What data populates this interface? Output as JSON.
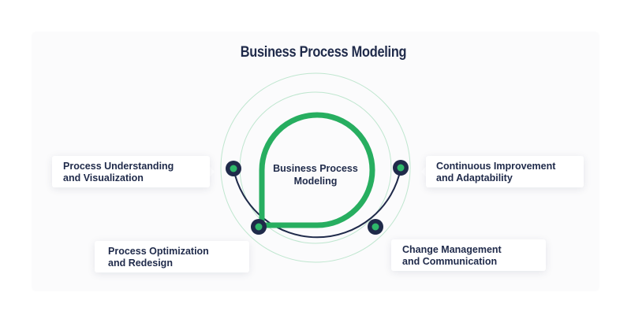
{
  "title": "Business Process Modeling",
  "center_label": "Business Process\nModeling",
  "nodes": [
    {
      "id": "understanding",
      "label": "Process Understanding\nand Visualization"
    },
    {
      "id": "improvement",
      "label": "Continuous Improvement\nand Adaptability"
    },
    {
      "id": "optimization",
      "label": "Process Optimization\nand Redesign"
    },
    {
      "id": "change",
      "label": "Change Management\nand Communication"
    }
  ],
  "colors": {
    "accent": "#27ae60",
    "navy": "#1f2a4a",
    "ring": "#bfe6cf",
    "dot_fill": "#2eb86a"
  }
}
